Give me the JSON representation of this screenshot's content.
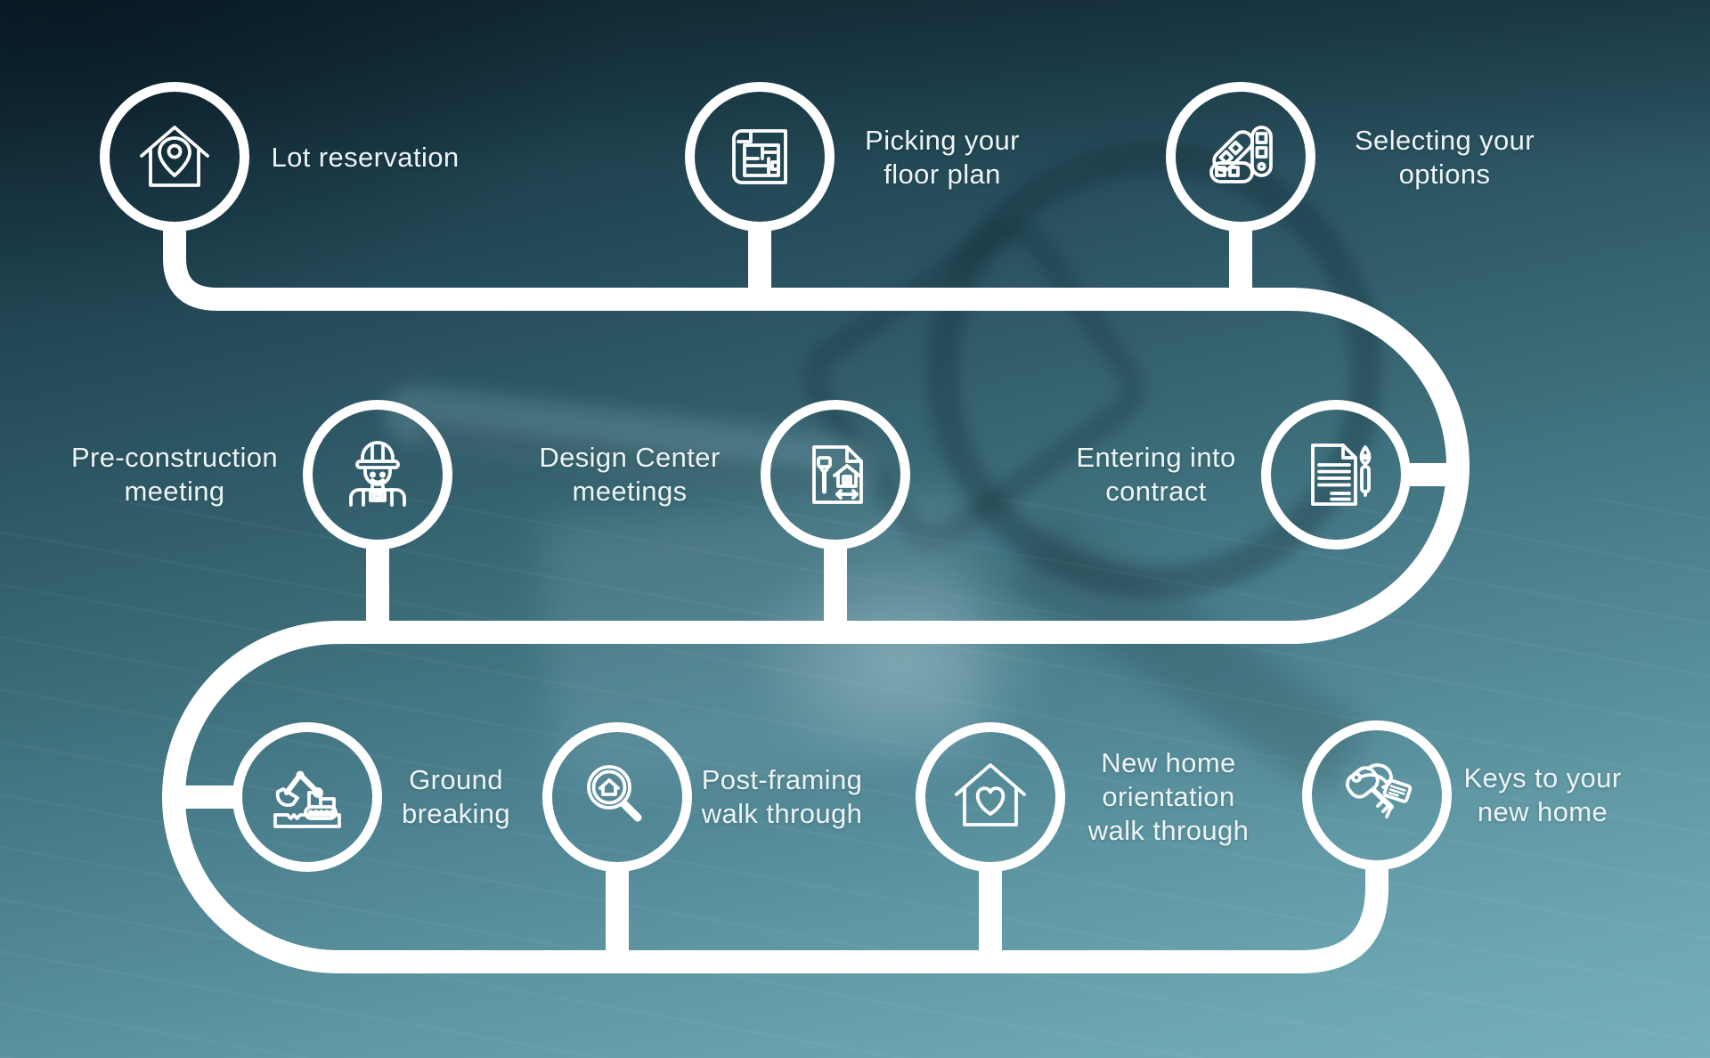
{
  "steps": [
    {
      "name": "lot-reservation",
      "lines": [
        "Lot reservation"
      ],
      "icon": "house-location-pin-icon"
    },
    {
      "name": "picking-your-floor-plan",
      "lines": [
        "Picking your",
        "floor plan"
      ],
      "icon": "floor-plan-icon"
    },
    {
      "name": "selecting-your-options",
      "lines": [
        "Selecting your",
        "options"
      ],
      "icon": "color-swatches-icon"
    },
    {
      "name": "pre-construction-meeting",
      "lines": [
        "Pre-construction",
        "meeting"
      ],
      "icon": "construction-worker-icon"
    },
    {
      "name": "design-center-meetings",
      "lines": [
        "Design Center",
        "meetings"
      ],
      "icon": "design-document-icon"
    },
    {
      "name": "entering-into-contract",
      "lines": [
        "Entering into",
        "contract"
      ],
      "icon": "contract-pen-icon"
    },
    {
      "name": "ground-breaking",
      "lines": [
        "Ground",
        "breaking"
      ],
      "icon": "excavator-icon"
    },
    {
      "name": "post-framing-walk-through",
      "lines": [
        "Post-framing",
        "walk through"
      ],
      "icon": "magnifier-house-icon"
    },
    {
      "name": "new-home-orientation-walk-through",
      "lines": [
        "New home",
        "orientation",
        "walk through"
      ],
      "icon": "house-heart-icon"
    },
    {
      "name": "keys-to-your-new-home",
      "lines": [
        "Keys to your",
        "new home"
      ],
      "icon": "keys-icon"
    }
  ],
  "colors": {
    "path": "#ffffff",
    "text": "#ecf4f5",
    "background_top": "#0f2834",
    "background_bottom": "#74afba"
  }
}
